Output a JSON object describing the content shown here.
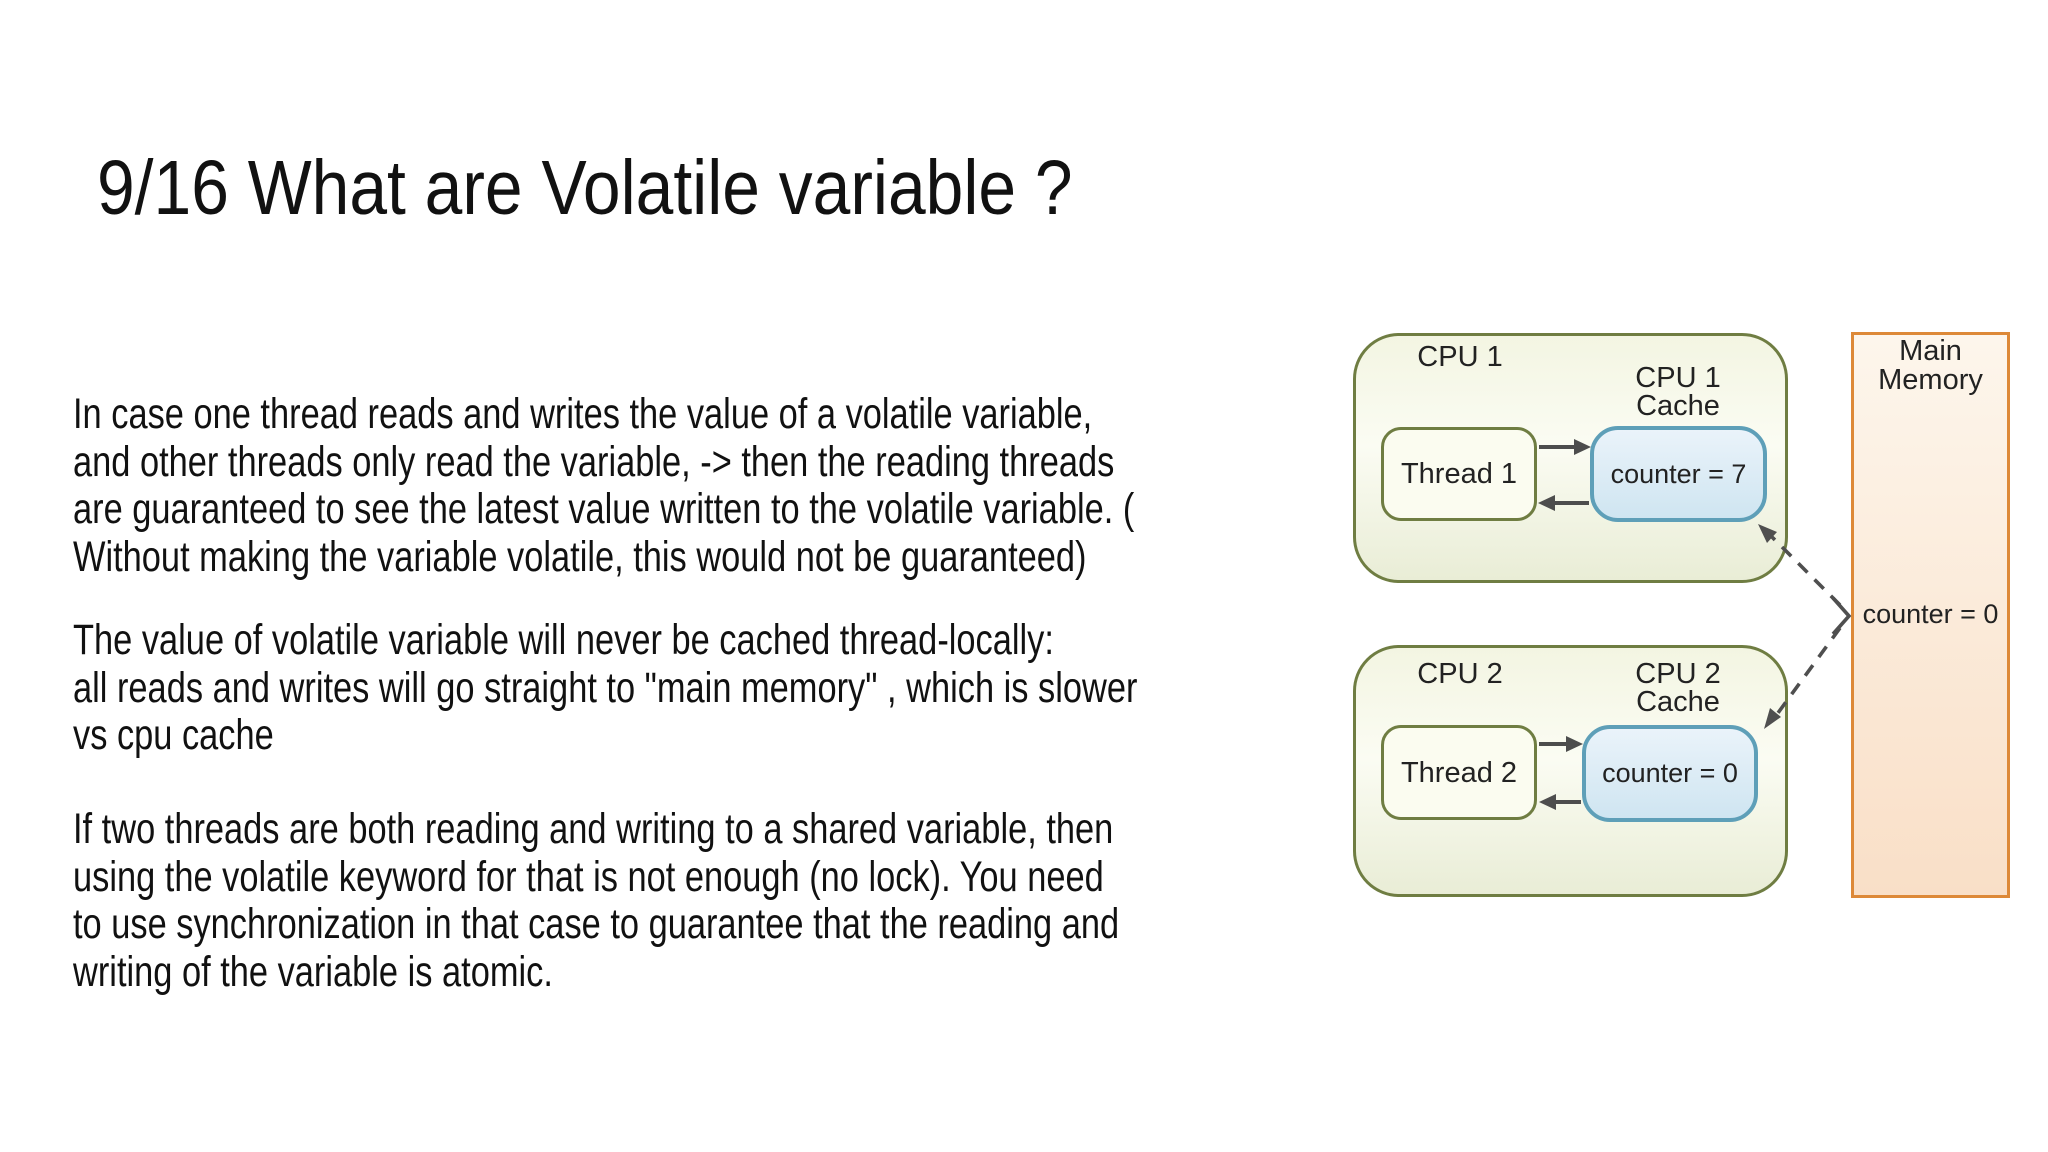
{
  "slide": {
    "title": "9/16 What are Volatile variable ?",
    "paragraphs": [
      {
        "lines": [
          "In case one thread reads and writes the value of a volatile variable,",
          "and other threads only read the variable, -> then the reading threads",
          "are guaranteed to see the latest value written to the volatile variable. (",
          "Without making the variable volatile, this would not be guaranteed)"
        ]
      },
      {
        "lines": [
          "The value of volatile variable will never be cached thread-locally:",
          "all reads and writes will go straight to \"main memory\" , which is slower",
          "vs cpu cache"
        ]
      },
      {
        "lines": [
          "If two threads are both reading and writing to a shared variable, then",
          "using the volatile keyword for that is not enough (no lock). You need",
          "to use synchronization in that case to guarantee that the reading and",
          "writing of the variable is atomic."
        ]
      }
    ]
  },
  "diagram": {
    "cpu1": {
      "label": "CPU 1",
      "cache_label_line1": "CPU 1",
      "cache_label_line2": "Cache",
      "thread_label": "Thread 1",
      "counter_value": "counter = 7"
    },
    "cpu2": {
      "label": "CPU 2",
      "cache_label_line1": "CPU 2",
      "cache_label_line2": "Cache",
      "thread_label": "Thread 2",
      "counter_value": "counter = 0"
    },
    "memory": {
      "label_line1": "Main",
      "label_line2": "Memory",
      "counter_value": "counter = 0"
    }
  },
  "theme": {
    "page-bg": "#ffffff",
    "text": "#111111",
    "diagram-text": "#222222",
    "cpu-border": "#6f7d42",
    "cpu-fill-a": "#f3f5e2",
    "cpu-fill-b": "#fbfcf3",
    "cpu-fill-c": "#e9edd6",
    "thread-fill": "#fbfcf0",
    "cache-border": "#5e9fb8",
    "cache-fill-a": "#eaf3fa",
    "cache-fill-b": "#cfe5f1",
    "mem-border": "#dd8938",
    "mem-fill-a": "#fdf6ec",
    "mem-fill-b": "#f9dfc7",
    "arrow": "#4d4d4d",
    "dash": "#4f4f4f"
  }
}
